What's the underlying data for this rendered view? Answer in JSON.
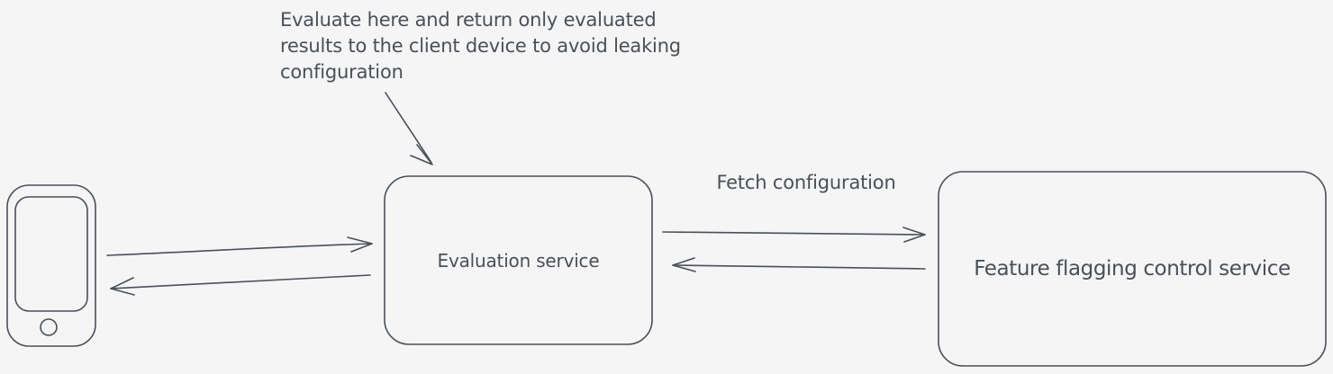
{
  "canvas": {
    "background": "#f5f5f6",
    "stroke_color": "#495057"
  },
  "annotation": {
    "lines": [
      "Evaluate here and return only evaluated",
      "results to the client device to avoid leaking",
      "configuration"
    ]
  },
  "nodes": {
    "client_device": {
      "icon": "smartphone-icon"
    },
    "evaluation_service": {
      "label": "Evaluation service"
    },
    "feature_flagging_service": {
      "label": "Feature flagging control service"
    }
  },
  "edges": {
    "fetch_configuration": {
      "label": "Fetch configuration"
    }
  }
}
